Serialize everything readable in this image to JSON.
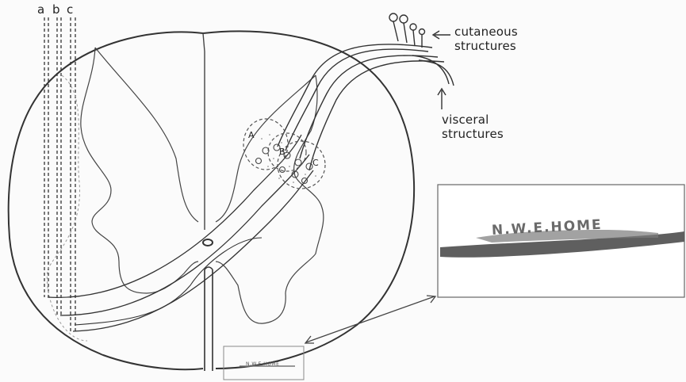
{
  "labels": {
    "column_a": "a",
    "column_b": "b",
    "column_c": "c",
    "cutaneous": "cutaneous",
    "structures_1": "structures",
    "visceral": "visceral",
    "structures_2": "structures",
    "region_a": "A",
    "region_b": "B",
    "region_c": "C",
    "inset_text": "N.W.E.HOME",
    "inset_small_text": "N.W.E.HOME"
  },
  "colors": {
    "ink": "#333333",
    "inset_band": "#5f5f5f",
    "background": "#fbfbfb"
  }
}
